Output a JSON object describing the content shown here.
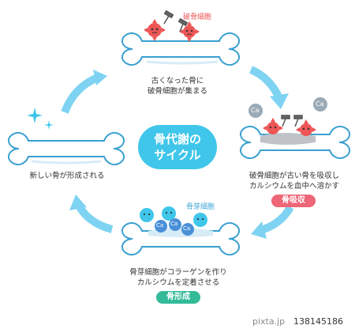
{
  "center_title": {
    "line1": "骨代謝の",
    "line2": "サイクル"
  },
  "top": {
    "tag": "破骨細胞",
    "caption_line1": "古くなった骨に",
    "caption_line2": "破骨細胞が集まる"
  },
  "right": {
    "caption_line1": "破骨細胞が古い骨を吸収し",
    "caption_line2": "カルシウムを血中へ溶かす",
    "pill": "骨吸収",
    "ca1": "Ca",
    "ca2": "Ca"
  },
  "bottom": {
    "tag": "骨芽細胞",
    "caption_line1": "骨芽細胞がコラーゲンを作り",
    "caption_line2": "カルシウムを定着させる",
    "pill": "骨形成",
    "ca1": "Ca",
    "ca2": "Ca",
    "ca3": "Ca"
  },
  "left": {
    "caption": "新しい骨が形成される"
  },
  "footer": {
    "site": "pixta.jp",
    "id": "138145186"
  },
  "colors": {
    "cyan": "#3fc6ea",
    "arrow": "#7fd3f2",
    "bone_outline": "#3aa0d0",
    "osteoclast": "#ee5555",
    "pink_pill": "#ee6677",
    "green_pill": "#33bb99",
    "gray_deposit": "#bfc3c7"
  }
}
